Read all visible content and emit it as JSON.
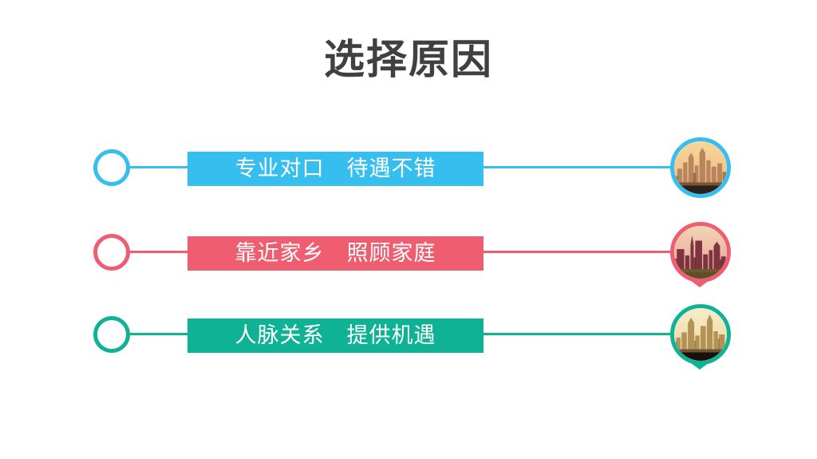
{
  "slide": {
    "background_color": "#ffffff",
    "title": "选择原因",
    "title_color": "#404040"
  },
  "rows": [
    {
      "id": "row-professional-match",
      "label": "专业对口　待遇不错",
      "color": "#36beef",
      "ring_icon": "hollow-circle-icon",
      "photo_icon": "city-skyline-photo",
      "photo_alt": "城市天际线",
      "has_tail": false
    },
    {
      "id": "row-close-to-hometown",
      "label": "靠近家乡　照顾家庭",
      "color": "#ef5e70",
      "ring_icon": "hollow-circle-icon",
      "photo_icon": "city-skyline-photo",
      "photo_alt": "城市天际线",
      "has_tail": true
    },
    {
      "id": "row-network-opportunity",
      "label": "人脉关系　提供机遇",
      "color": "#10b295",
      "ring_icon": "hollow-circle-icon",
      "photo_icon": "city-skyline-photo",
      "photo_alt": "城市天际线",
      "has_tail": true
    }
  ]
}
